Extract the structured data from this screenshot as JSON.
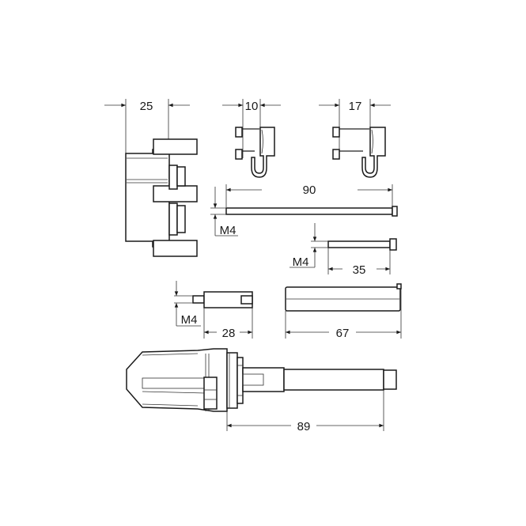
{
  "drawing": {
    "title": "Technical dimension drawing of fitting components",
    "background": "#ffffff",
    "line_color": "#1a1a1a"
  },
  "parts": [
    {
      "id": "mounting-bracket",
      "dimension": "25",
      "unit": "mm"
    },
    {
      "id": "hook-clip-small",
      "dimension": "10",
      "unit": "mm"
    },
    {
      "id": "hook-clip-large",
      "dimension": "17",
      "unit": "mm"
    },
    {
      "id": "screw-long",
      "length": "90",
      "thread": "M4",
      "unit": "mm"
    },
    {
      "id": "screw-short",
      "length": "35",
      "thread": "M4",
      "unit": "mm"
    },
    {
      "id": "threaded-spacer",
      "length": "28",
      "thread": "M4",
      "unit": "mm"
    },
    {
      "id": "sleeve",
      "length": "67",
      "unit": "mm"
    },
    {
      "id": "cartridge-extension",
      "length": "89",
      "unit": "mm"
    }
  ],
  "labels": {
    "d25": "25",
    "d10": "10",
    "d17": "17",
    "d90": "90",
    "m4_a": "M4",
    "m4_b": "M4",
    "d35": "35",
    "m4_c": "M4",
    "d28": "28",
    "d67": "67",
    "d89": "89"
  }
}
